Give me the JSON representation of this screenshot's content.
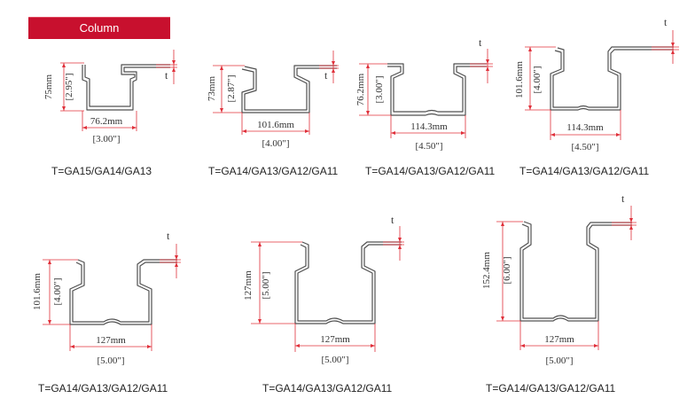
{
  "banner": {
    "label": "Column"
  },
  "colors": {
    "banner": "#c8102e",
    "dimension": "#e0303a",
    "profile": "#505050"
  },
  "profiles": [
    {
      "height_mm": "75mm",
      "height_in": "[2.95\"]",
      "width_mm": "76.2mm",
      "width_in": "[3.00\"]",
      "thickness": "t",
      "gauges": "T=GA15/GA14/GA13"
    },
    {
      "height_mm": "73mm",
      "height_in": "[2.87\"]",
      "width_mm": "101.6mm",
      "width_in": "[4.00\"]",
      "thickness": "t",
      "gauges": "T=GA14/GA13/GA12/GA11"
    },
    {
      "height_mm": "76.2mm",
      "height_in": "[3.00\"]",
      "width_mm": "114.3mm",
      "width_in": "[4.50\"]",
      "thickness": "t",
      "gauges": "T=GA14/GA13/GA12/GA11"
    },
    {
      "height_mm": "101.6mm",
      "height_in": "[4.00\"]",
      "width_mm": "114.3mm",
      "width_in": "[4.50\"]",
      "thickness": "t",
      "gauges": "T=GA14/GA13/GA12/GA11"
    },
    {
      "height_mm": "101.6mm",
      "height_in": "[4.00\"]",
      "width_mm": "127mm",
      "width_in": "[5.00\"]",
      "thickness": "t",
      "gauges": "T=GA14/GA13/GA12/GA11"
    },
    {
      "height_mm": "127mm",
      "height_in": "[5.00\"]",
      "width_mm": "127mm",
      "width_in": "[5.00\"]",
      "thickness": "t",
      "gauges": "T=GA14/GA13/GA12/GA11"
    },
    {
      "height_mm": "152.4mm",
      "height_in": "[6.00\"]",
      "width_mm": "127mm",
      "width_in": "[5.00\"]",
      "thickness": "t",
      "gauges": "T=GA14/GA13/GA12/GA11"
    }
  ]
}
